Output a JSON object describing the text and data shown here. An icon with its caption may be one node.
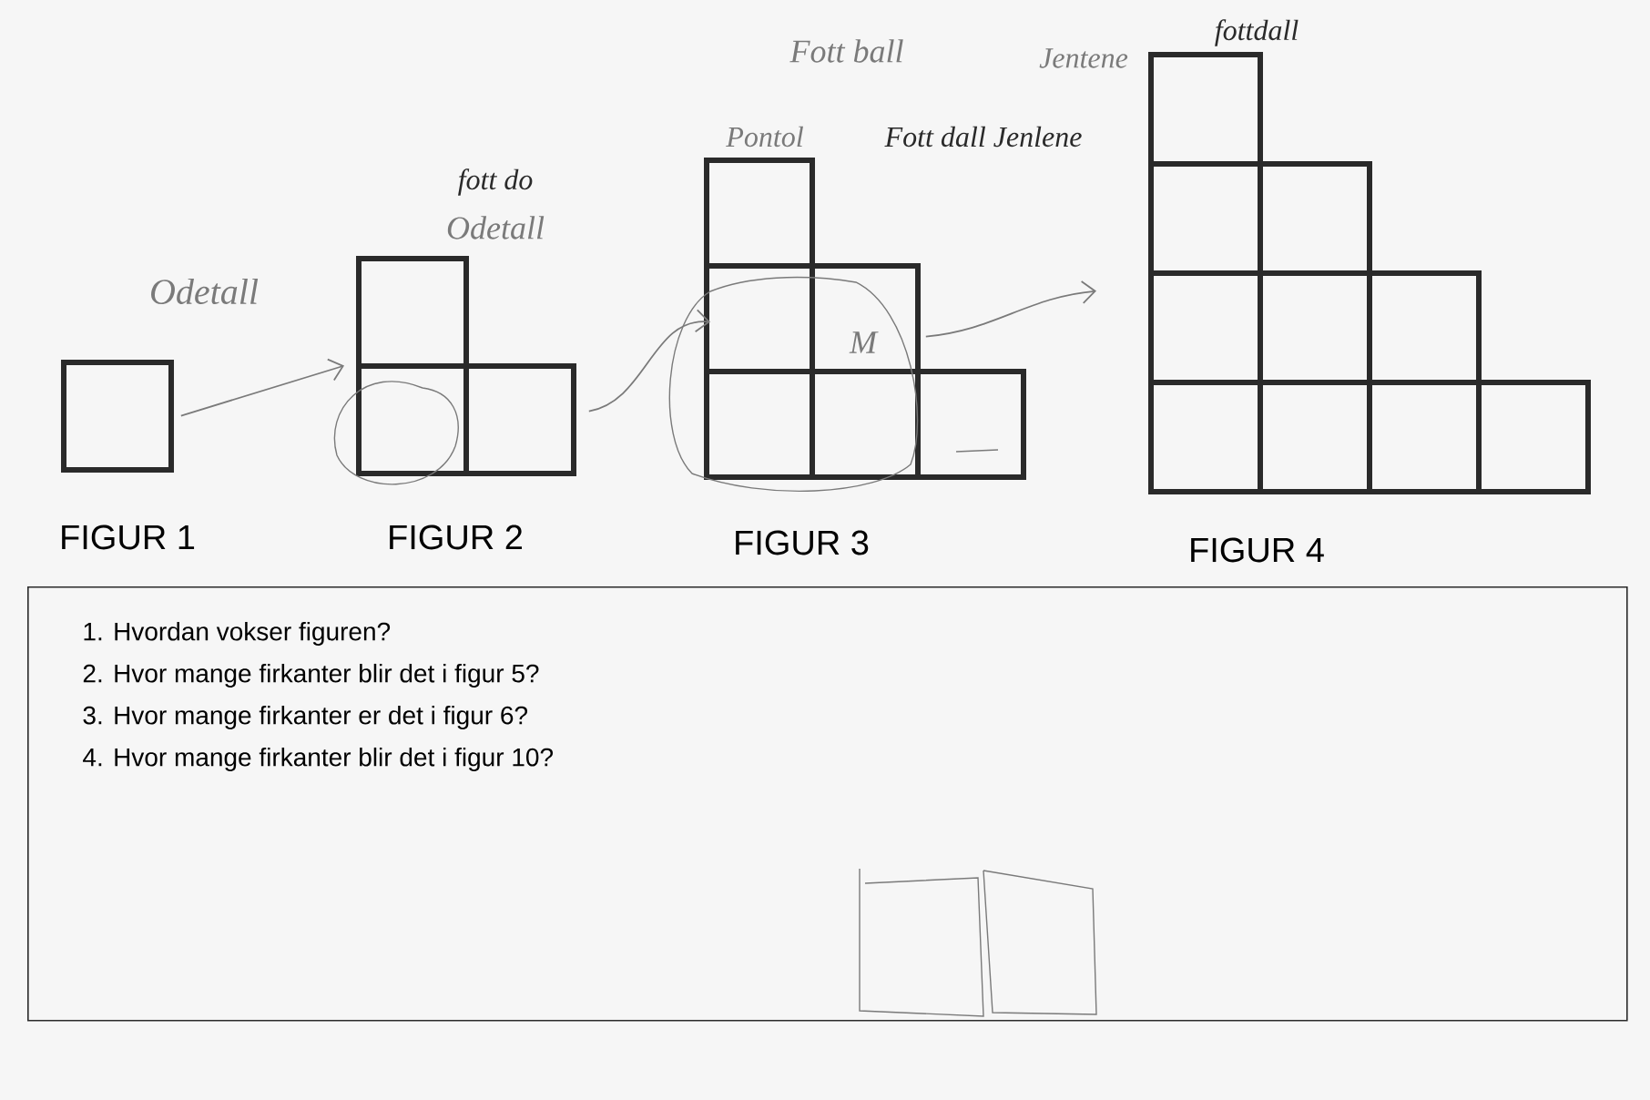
{
  "diagram": {
    "nodes": [
      {
        "text": [
          "FIGUR 1"
        ]
      },
      {
        "text": [
          "FIGUR 2"
        ]
      },
      {
        "text": [
          "FIGUR 3"
        ]
      },
      {
        "text": [
          "FIGUR 4"
        ]
      },
      {
        "text": [
          "1. Hvordan vokser figuren?",
          "2. Hvor mange firkanter blir det i figur 5?",
          "3. Hvor mange firkanter er det i figur 6?",
          "4. Hvor mange firkanter blir det i figur 10?"
        ]
      }
    ],
    "edges": [
      {
        "from": 0,
        "to": 1,
        "arrow": "to"
      },
      {
        "from": 1,
        "to": 2,
        "arrow": "to"
      },
      {
        "from": 2,
        "to": 3,
        "arrow": "to"
      }
    ],
    "labels": [
      "fottdall",
      "Fott ball",
      "Jentene",
      "Pontol",
      "Fott dall Jenlene",
      "fott do",
      "Odetall",
      "Odetall",
      "M"
    ]
  }
}
